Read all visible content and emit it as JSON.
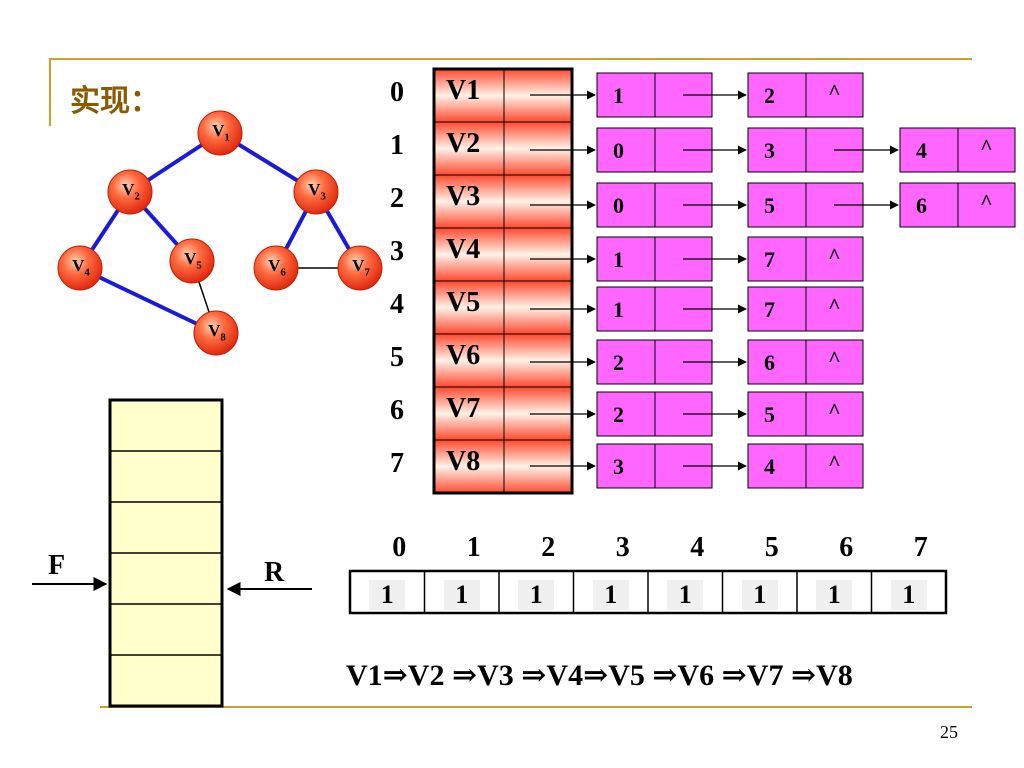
{
  "title": "实现：",
  "page_number": "25",
  "graph": {
    "nodes": [
      {
        "id": "v1",
        "base": "V",
        "sub": "1"
      },
      {
        "id": "v2",
        "base": "V",
        "sub": "2"
      },
      {
        "id": "v3",
        "base": "V",
        "sub": "3"
      },
      {
        "id": "v4",
        "base": "V",
        "sub": "4"
      },
      {
        "id": "v5",
        "base": "V",
        "sub": "5"
      },
      {
        "id": "v6",
        "base": "V",
        "sub": "6"
      },
      {
        "id": "v7",
        "base": "V",
        "sub": "7"
      },
      {
        "id": "v8",
        "base": "V",
        "sub": "8"
      }
    ],
    "edges": [
      {
        "from": "v1",
        "to": "v2",
        "color": "#1a1adb"
      },
      {
        "from": "v1",
        "to": "v3",
        "color": "#1a1adb"
      },
      {
        "from": "v2",
        "to": "v4",
        "color": "#1a1adb"
      },
      {
        "from": "v2",
        "to": "v5",
        "color": "#1a1adb"
      },
      {
        "from": "v3",
        "to": "v6",
        "color": "#1a1adb"
      },
      {
        "from": "v3",
        "to": "v7",
        "color": "#1a1adb"
      },
      {
        "from": "v4",
        "to": "v8",
        "color": "#1a1adb"
      },
      {
        "from": "v5",
        "to": "v8",
        "color": "#000000"
      },
      {
        "from": "v6",
        "to": "v7",
        "color": "#000000"
      }
    ]
  },
  "adjacency": {
    "indices": [
      "0",
      "1",
      "2",
      "3",
      "4",
      "5",
      "6",
      "7"
    ],
    "vertices": [
      "V1",
      "V2",
      "V3",
      "V4",
      "V5",
      "V6",
      "V7",
      "V8"
    ],
    "lists": [
      [
        "1",
        "2"
      ],
      [
        "0",
        "3",
        "4"
      ],
      [
        "0",
        "5",
        "6"
      ],
      [
        "1",
        "7"
      ],
      [
        "1",
        "7"
      ],
      [
        "2",
        "6"
      ],
      [
        "2",
        "5"
      ],
      [
        "3",
        "4"
      ]
    ],
    "null_symbol": "^"
  },
  "queue": {
    "front_label": "F",
    "rear_label": "R"
  },
  "visited": {
    "indices": [
      "0",
      "1",
      "2",
      "3",
      "4",
      "5",
      "6",
      "7"
    ],
    "values": [
      "1",
      "1",
      "1",
      "1",
      "1",
      "1",
      "1",
      "1"
    ]
  },
  "traversal": "V1⇒V2 ⇒V3 ⇒V4⇒V5 ⇒V6 ⇒V7 ⇒V8",
  "colors": {
    "accent_rule": "#c9a227",
    "node_fill": "#ff5533",
    "list_node_fill": "#ff66ff",
    "queue_fill": "#ffffcc",
    "edge_blue": "#1a1adb"
  }
}
